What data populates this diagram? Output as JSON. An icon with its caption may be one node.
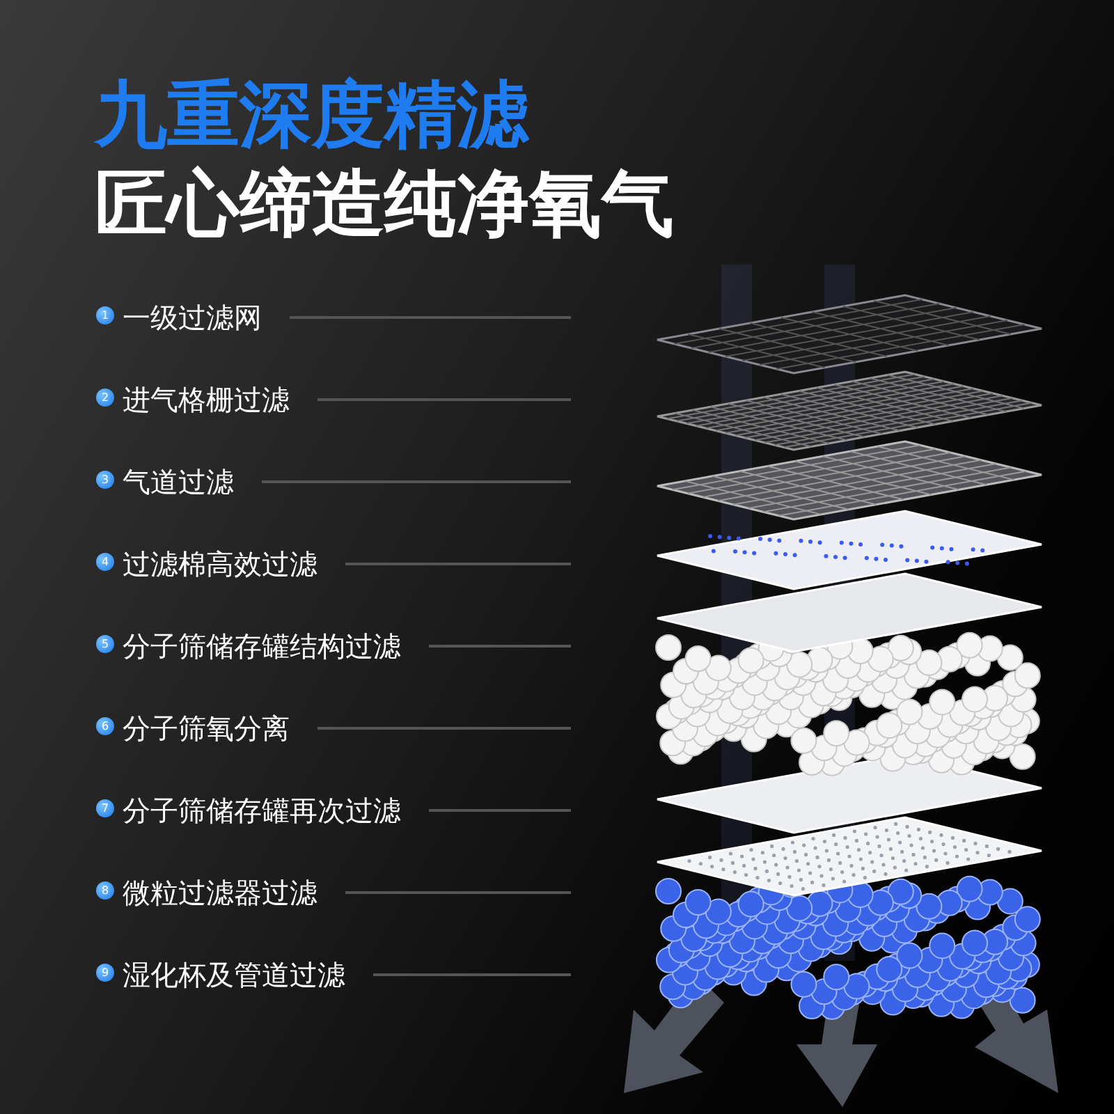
{
  "diagram": {
    "title": "九重深度精滤",
    "labels": [
      "匠心缔造纯净氧气",
      "1",
      "一级过滤网",
      "2",
      "进气格栅过滤",
      "3",
      "气道过滤",
      "4",
      "过滤棉高效过滤",
      "5",
      "分子筛储存罐结构过滤",
      "6",
      "分子筛氧分离",
      "7",
      "分子筛储存罐再次过滤",
      "8",
      "微粒过滤器过滤",
      "9",
      "湿化杯及管道过滤"
    ]
  }
}
